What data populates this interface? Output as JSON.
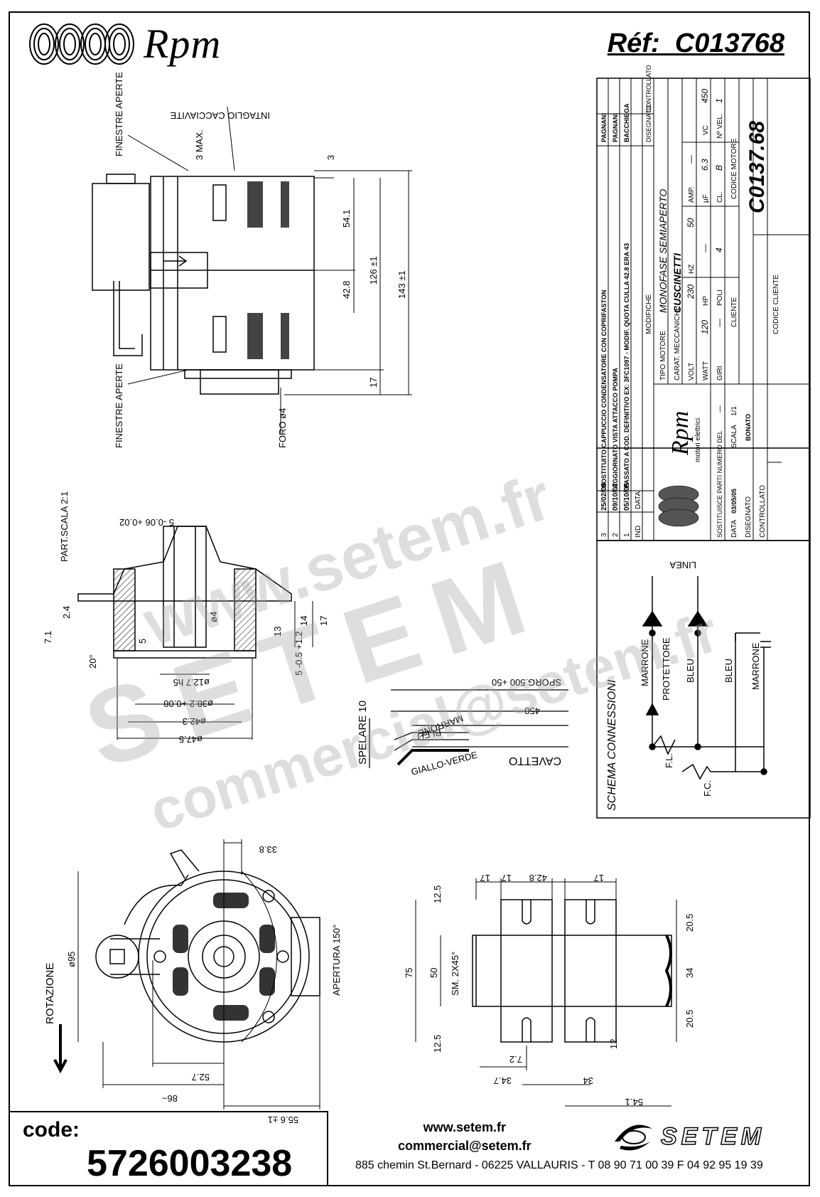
{
  "header": {
    "brand": "Rpm",
    "ref_label": "Réf:",
    "ref_value": "C013768"
  },
  "drawing_labels": {
    "finestre_aperte_top": "FINESTRE APERTE",
    "finestre_aperte_bottom": "FINESTRE APERTE",
    "intaglio": "INTAGLIO CACCIAVITE",
    "foro": "FORO ø4",
    "max3": "3 MAX.",
    "dim_3": "3",
    "dim_54_1": "54.1",
    "dim_42_8": "42.8",
    "dim_126": "126 ±1",
    "dim_143": "143 ±1",
    "dim_17": "17",
    "part_scala": "PART.SCALA 2:1",
    "d5": "5 -0.06 +0.02",
    "d2_4": "2.4",
    "d7_1": "7.1",
    "d20": "20°",
    "d5b": "5",
    "d4": "ø4",
    "d13": "13",
    "d14": "14",
    "d17b": "17",
    "d5_05": "5 -0.5 +1.2",
    "d12_7": "ø12.7 h5",
    "d38_2": "ø38.2 +0.08",
    "d42_3": "ø42.3",
    "d47_5": "ø47.5",
    "sporg": "SPORG.500 +50",
    "d450": "450",
    "marrone": "MARRONE",
    "bleu": "BLEU",
    "giallo": "GIALLO-VERDE",
    "cavetto": "CAVETTO",
    "spelare": "SPELARE 10",
    "rotazione": "ROTAZIONE",
    "d95": "ø95",
    "d33_8": "33.8",
    "apertura": "APERTURA 150°",
    "d52_7": "52.7",
    "d86": "86~",
    "d55_6": "55.6 ±1",
    "r12_5a": "12.5",
    "r75": "75",
    "r50": "50",
    "r12_5b": "12.5",
    "r17a": "17",
    "r17b": "17",
    "r42_8": "42.8",
    "r17c": "17",
    "r20_5a": "20.5",
    "r34": "34",
    "r20_5b": "20.5",
    "rsm": "SM. 2X45°",
    "r7_2": "7.2",
    "r34_7": "34.7",
    "r34b": "34",
    "r12": "12",
    "r54_1": "54.1"
  },
  "title_block": {
    "revisions": [
      {
        "ind": "3",
        "data": "25/02/08",
        "desc": "SOSTITUITO CAPPUCCIO CONDENSATORE CON COPRIFASTON",
        "by": "PAGNANI"
      },
      {
        "ind": "2",
        "data": "09/10/07",
        "desc": "AGGIORNATO VISTA ATTACCO POMPA",
        "by": "PAGNANI"
      },
      {
        "ind": "1",
        "data": "05/10/05",
        "desc": "PASSATO A COD. DEFINITIVO EX: 3FC1097 - MODIF. QUOTA CULLA 42.8 ERA 43",
        "by": "BACCHIEGA"
      }
    ],
    "rev_header_ind": "IND",
    "rev_header_data": "DATA",
    "rev_header_modifiche": "MODIFICHE",
    "rev_header_disegnato": "DISEGNATO",
    "rev_header_controllato": "CONTROLLATO",
    "tipo_motore_label": "TIPO MOTORE",
    "tipo_motore": "MONOFASE SEMIAPERTO",
    "carat_label": "CARAT. MECCANICHE",
    "carat": "CUSCINETTI",
    "volt_label": "VOLT",
    "volt": "230",
    "hz_label": "HZ",
    "hz": "50",
    "amp_label": "AMP.",
    "amp": "—",
    "watt_label": "WATT",
    "watt": "120",
    "hp_label": "HP",
    "hp": "—",
    "uf_label": "µF",
    "uf": "6.3",
    "vc_label": "VC",
    "vc": "450",
    "giri_label": "GIRI",
    "giri": "—",
    "poli_label": "POLI",
    "poli": "4",
    "cl_label": "CL.",
    "cl": "B",
    "nvel_label": "Nº VEL.",
    "nvel": "1",
    "codice_motore_label": "CODICE MOTORE",
    "codice_motore": "C0137.68",
    "cliente_label": "CLIENTE",
    "codice_cliente_label": "CODICE CLIENTE",
    "brand": "Rpm",
    "brand_sub": "motori elettrici",
    "sostituisce_label": "SOSTITUISCE PARTI NUMERO DEL",
    "sostituisce": "—",
    "data_label": "DATA",
    "data": "03/05/05",
    "scala_label": "SCALA",
    "scala": "1/1",
    "disegnato_label": "DISEGNATO",
    "disegnato": "BONATO",
    "controllato_label": "CONTROLLATO"
  },
  "schema": {
    "title": "SCHEMA CONNESSIONI",
    "linea": "LINEA",
    "marrone": "MARRONE",
    "protettore": "PROTETTORE",
    "bleu": "BLEU",
    "bleu2": "BLEU",
    "marrone2": "MARRONE",
    "fl": "F.L.",
    "fc": "F.C."
  },
  "watermark": {
    "line1": "www.setem.fr",
    "line2": "SETEM",
    "line3": "commercial@setem.fr"
  },
  "footer": {
    "code_label": "code:",
    "code_value": "5726003238",
    "website": "www.setem.fr",
    "email": "commercial@setem.fr",
    "address": "885 chemin St.Bernard  -  06225 VALLAURIS  -  T 08 90 71 00 39   F 04 92 95 19 39",
    "brand": "SETEM"
  }
}
